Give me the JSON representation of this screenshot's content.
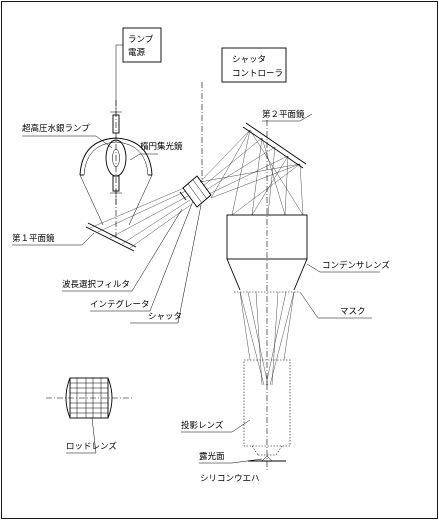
{
  "labels": {
    "lamp_power": [
      "ランプ",
      "電源"
    ],
    "shutter_controller": [
      "シャッタ",
      "コントローラ"
    ],
    "mercury_lamp": "超高圧水銀ランプ",
    "elliptical_mirror": "楕円集光鏡",
    "second_mirror": "第２平面鏡",
    "first_mirror": "第１平面鏡",
    "condenser_lens": "コンデンサレンズ",
    "wavelength_filter": "波長選択フィルタ",
    "integrator": "インテグレータ",
    "mask": "マスク",
    "shutter": "シャッタ",
    "projection_lens": "投影レンズ",
    "rod_lens": "ロッドレンズ",
    "exposure_surface": "露光面",
    "silicon_wafer": "シリコンウエハ"
  }
}
